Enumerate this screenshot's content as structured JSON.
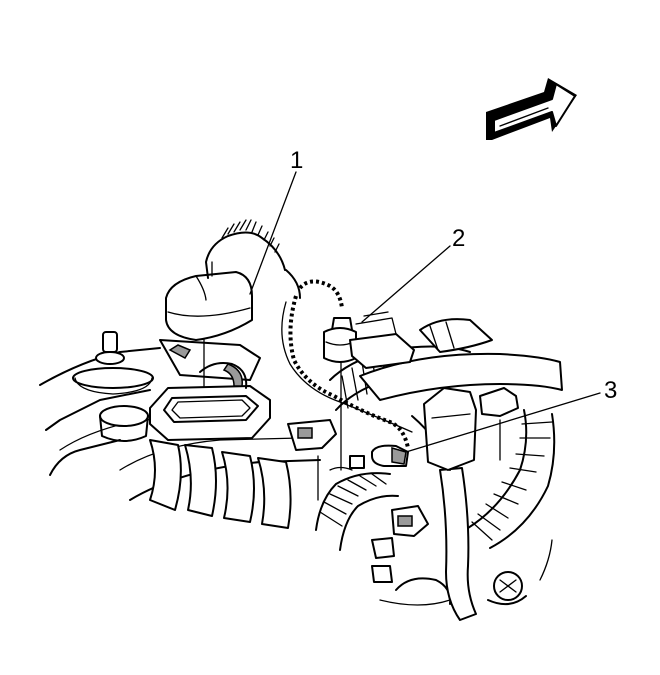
{
  "callouts": [
    {
      "id": "1",
      "label": "1"
    },
    {
      "id": "2",
      "label": "2"
    },
    {
      "id": "3",
      "label": "3"
    }
  ],
  "direction_arrow": {
    "icon": "forward-direction-arrow-icon"
  },
  "colors": {
    "ink": "#000000",
    "background": "#ffffff",
    "shade": "#9a9a9a"
  }
}
